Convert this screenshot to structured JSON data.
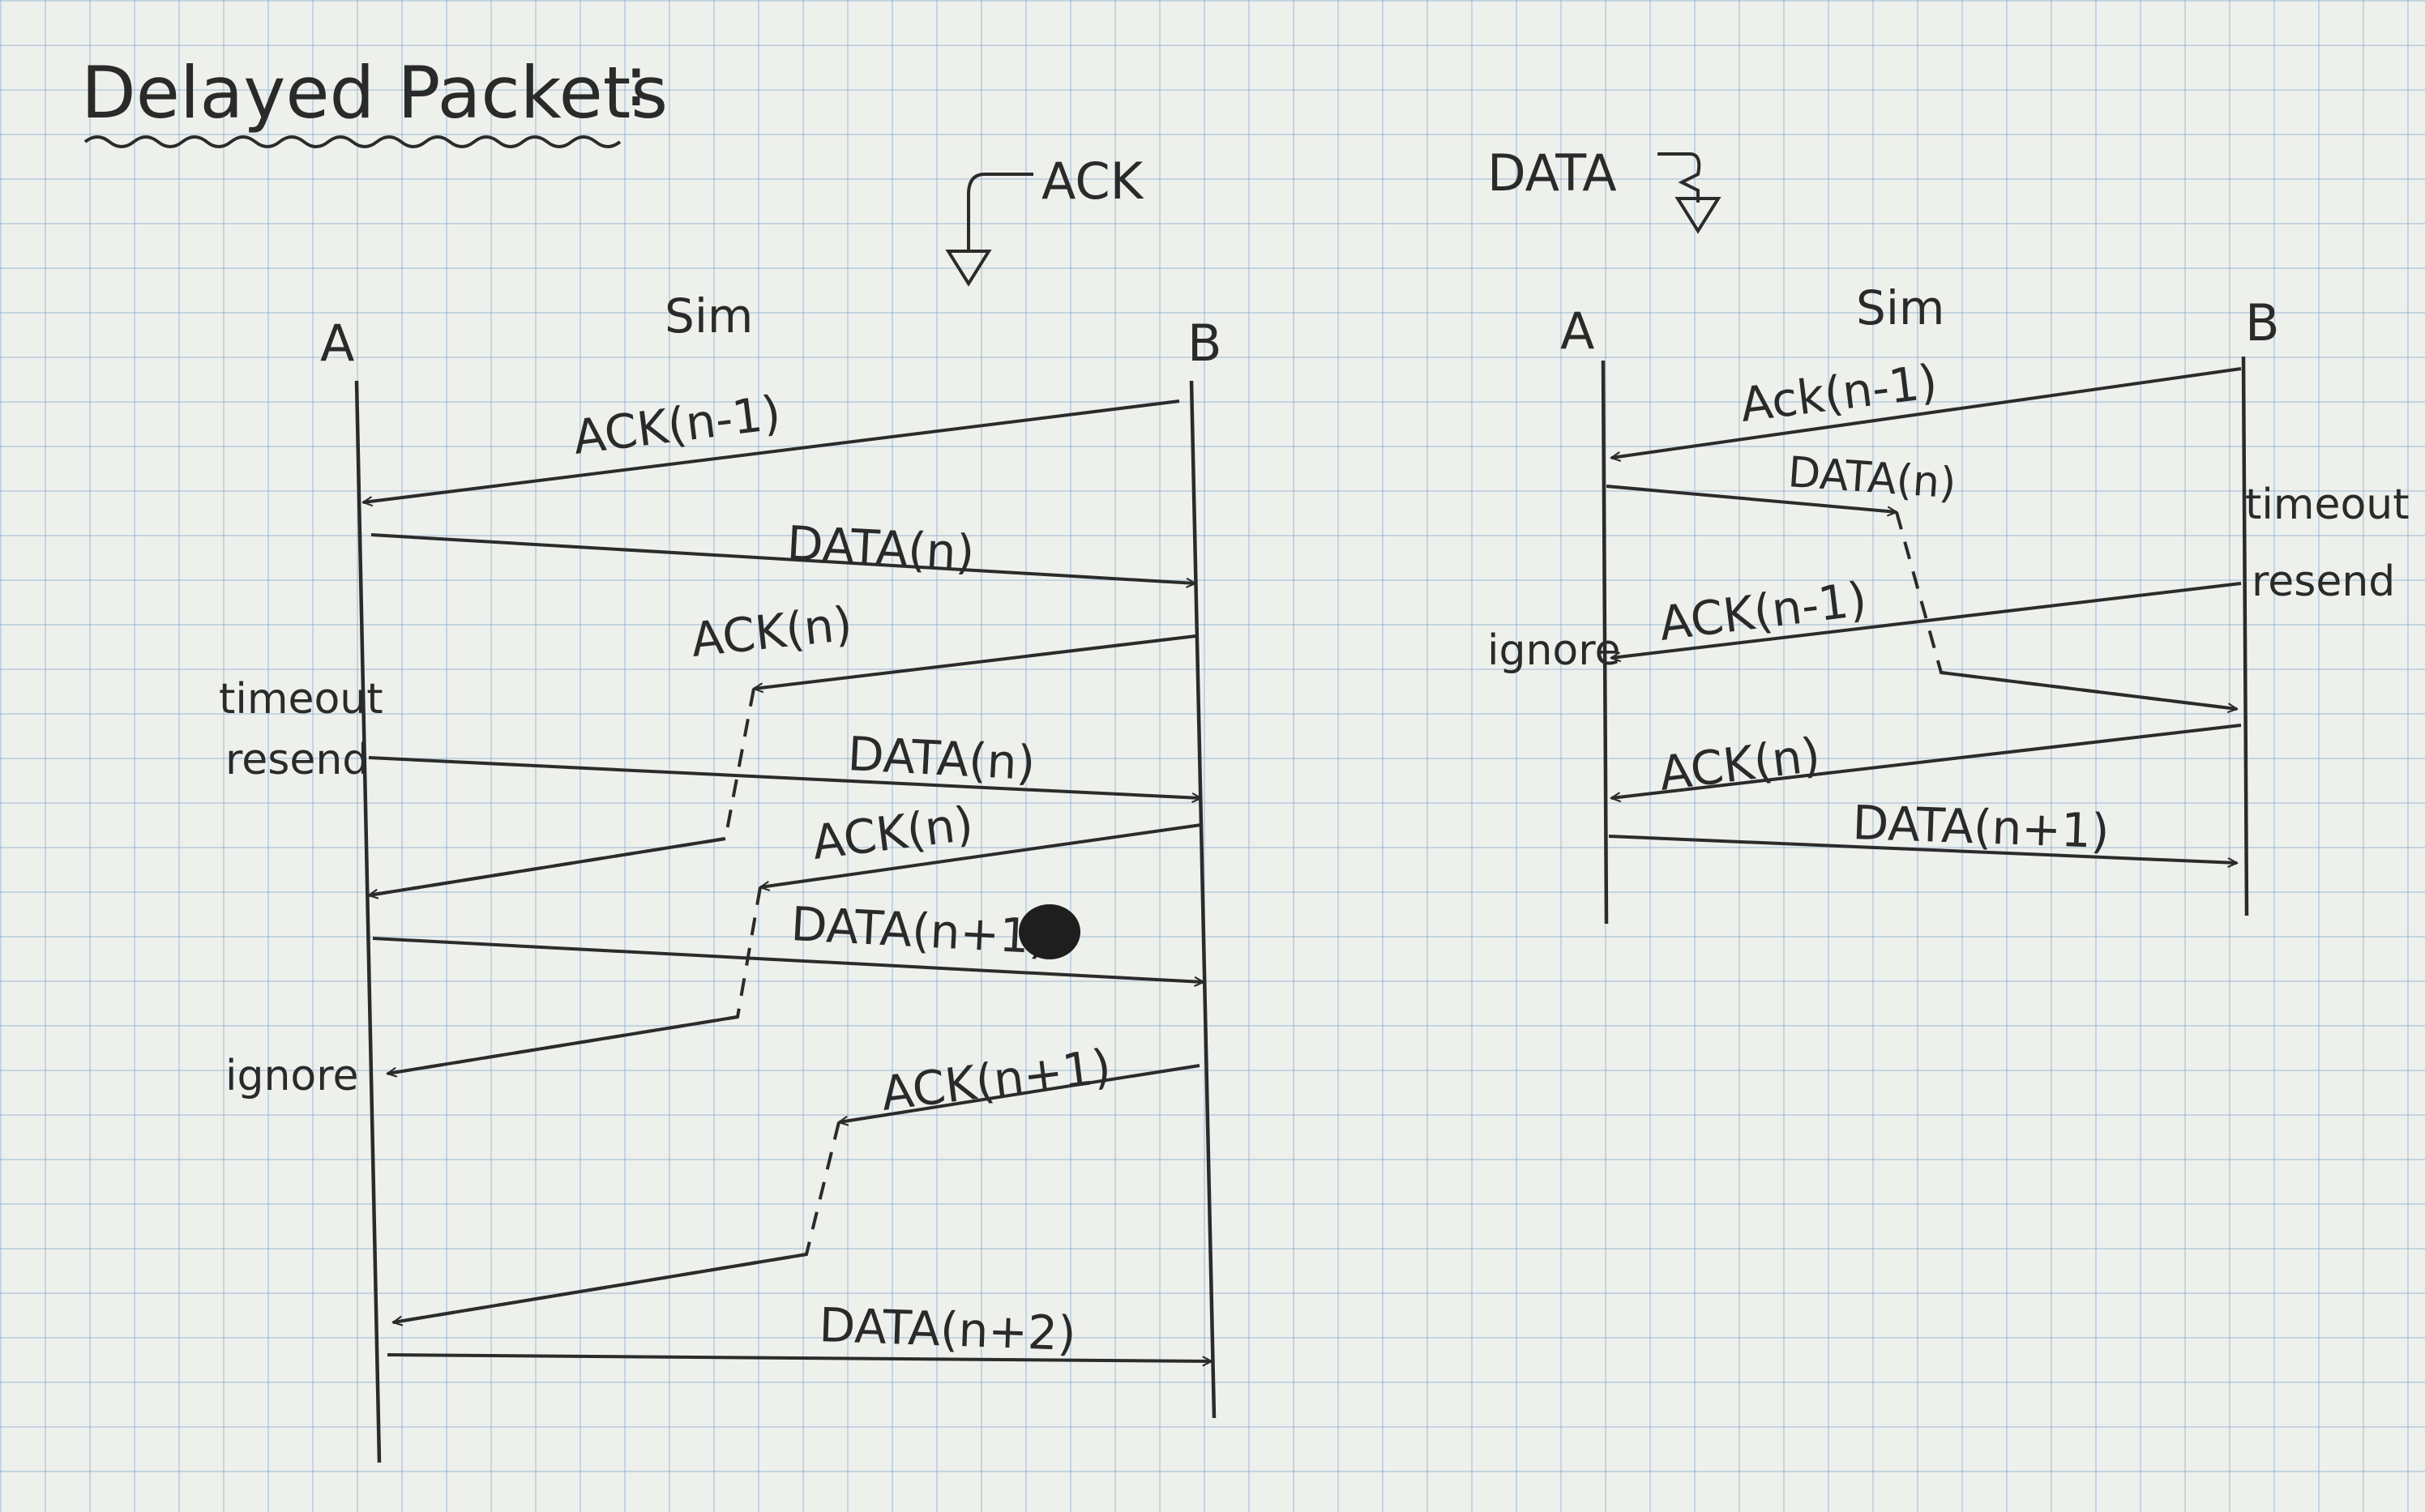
{
  "title": "Delayed Packets",
  "title_colon": ":",
  "left": {
    "label": "ACK",
    "actor_a": "A",
    "actor_sim": "Sim",
    "actor_b": "B",
    "messages": [
      {
        "text": "ACK(n-1)",
        "dir": "B->A"
      },
      {
        "text": "DATA(n)",
        "dir": "A->B"
      },
      {
        "text": "ACK(n)",
        "dir": "B->A",
        "delayed": true
      },
      {
        "text": "DATA(n)",
        "dir": "A->B"
      },
      {
        "text": "ACK(n)",
        "dir": "B->A",
        "delayed": true
      },
      {
        "text": "DATA(n+1)",
        "dir": "A->B"
      },
      {
        "text": "ACK(n+1)",
        "dir": "B->A",
        "delayed": true
      },
      {
        "text": "DATA(n+2)",
        "dir": "A->B"
      }
    ],
    "notes": {
      "timeout": "timeout",
      "resend": "resend",
      "ignore": "ignore"
    }
  },
  "right": {
    "label": "DATA",
    "actor_a": "A",
    "actor_sim": "Sim",
    "actor_b": "B",
    "messages": [
      {
        "text": "Ack(n-1)",
        "dir": "B->A"
      },
      {
        "text": "DATA(n)",
        "dir": "A->B",
        "delayed": true
      },
      {
        "text": "ACK(n-1)",
        "dir": "B->A"
      },
      {
        "text": "ACK(n)",
        "dir": "B->A"
      },
      {
        "text": "DATA(n+1)",
        "dir": "A->B"
      }
    ],
    "notes": {
      "timeout": "timeout",
      "resend": "resend",
      "ignore": "ignore"
    }
  }
}
